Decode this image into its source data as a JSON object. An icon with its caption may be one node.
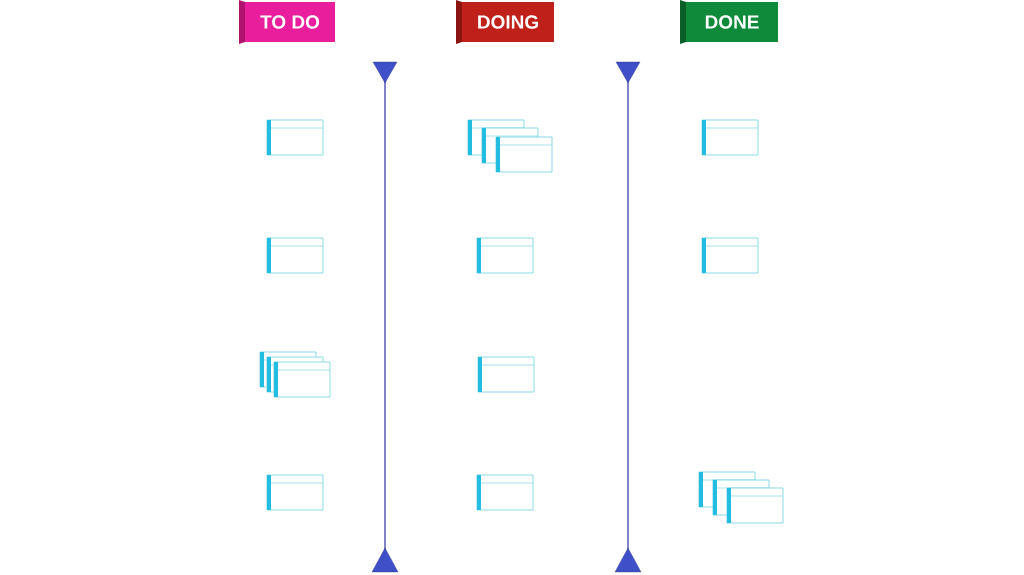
{
  "diagram": {
    "nodes": [
      {
        "text": [
          "TO DO"
        ]
      },
      {
        "text": [
          "DOING"
        ]
      },
      {
        "text": [
          "DONE"
        ]
      }
    ]
  }
}
